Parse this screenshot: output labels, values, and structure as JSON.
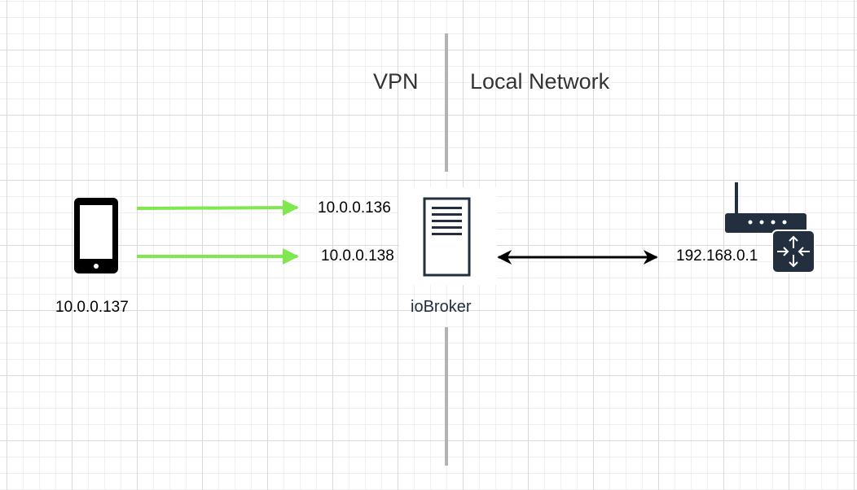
{
  "zones": {
    "left_label": "VPN",
    "right_label": "Local Network"
  },
  "devices": {
    "phone": {
      "icon": "smartphone-icon",
      "ip": "10.0.0.137"
    },
    "server": {
      "icon": "server-icon",
      "label": "ioBroker",
      "ip_1": "10.0.0.136",
      "ip_2": "10.0.0.138"
    },
    "router": {
      "icon": "router-icon",
      "ip": "192.168.0.1"
    }
  },
  "connections": [
    {
      "from": "phone",
      "to": "server",
      "target_ip": "10.0.0.136",
      "direction": "one-way",
      "color": "#7fe84f"
    },
    {
      "from": "phone",
      "to": "server",
      "target_ip": "10.0.0.138",
      "direction": "one-way",
      "color": "#7fe84f"
    },
    {
      "from": "server",
      "to": "router",
      "direction": "two-way",
      "color": "#000000"
    }
  ],
  "colors": {
    "divider": "#b3b3b3",
    "vpn_link": "#7fe84f",
    "lan_link": "#000000",
    "icon_dark": "#232f3e"
  }
}
